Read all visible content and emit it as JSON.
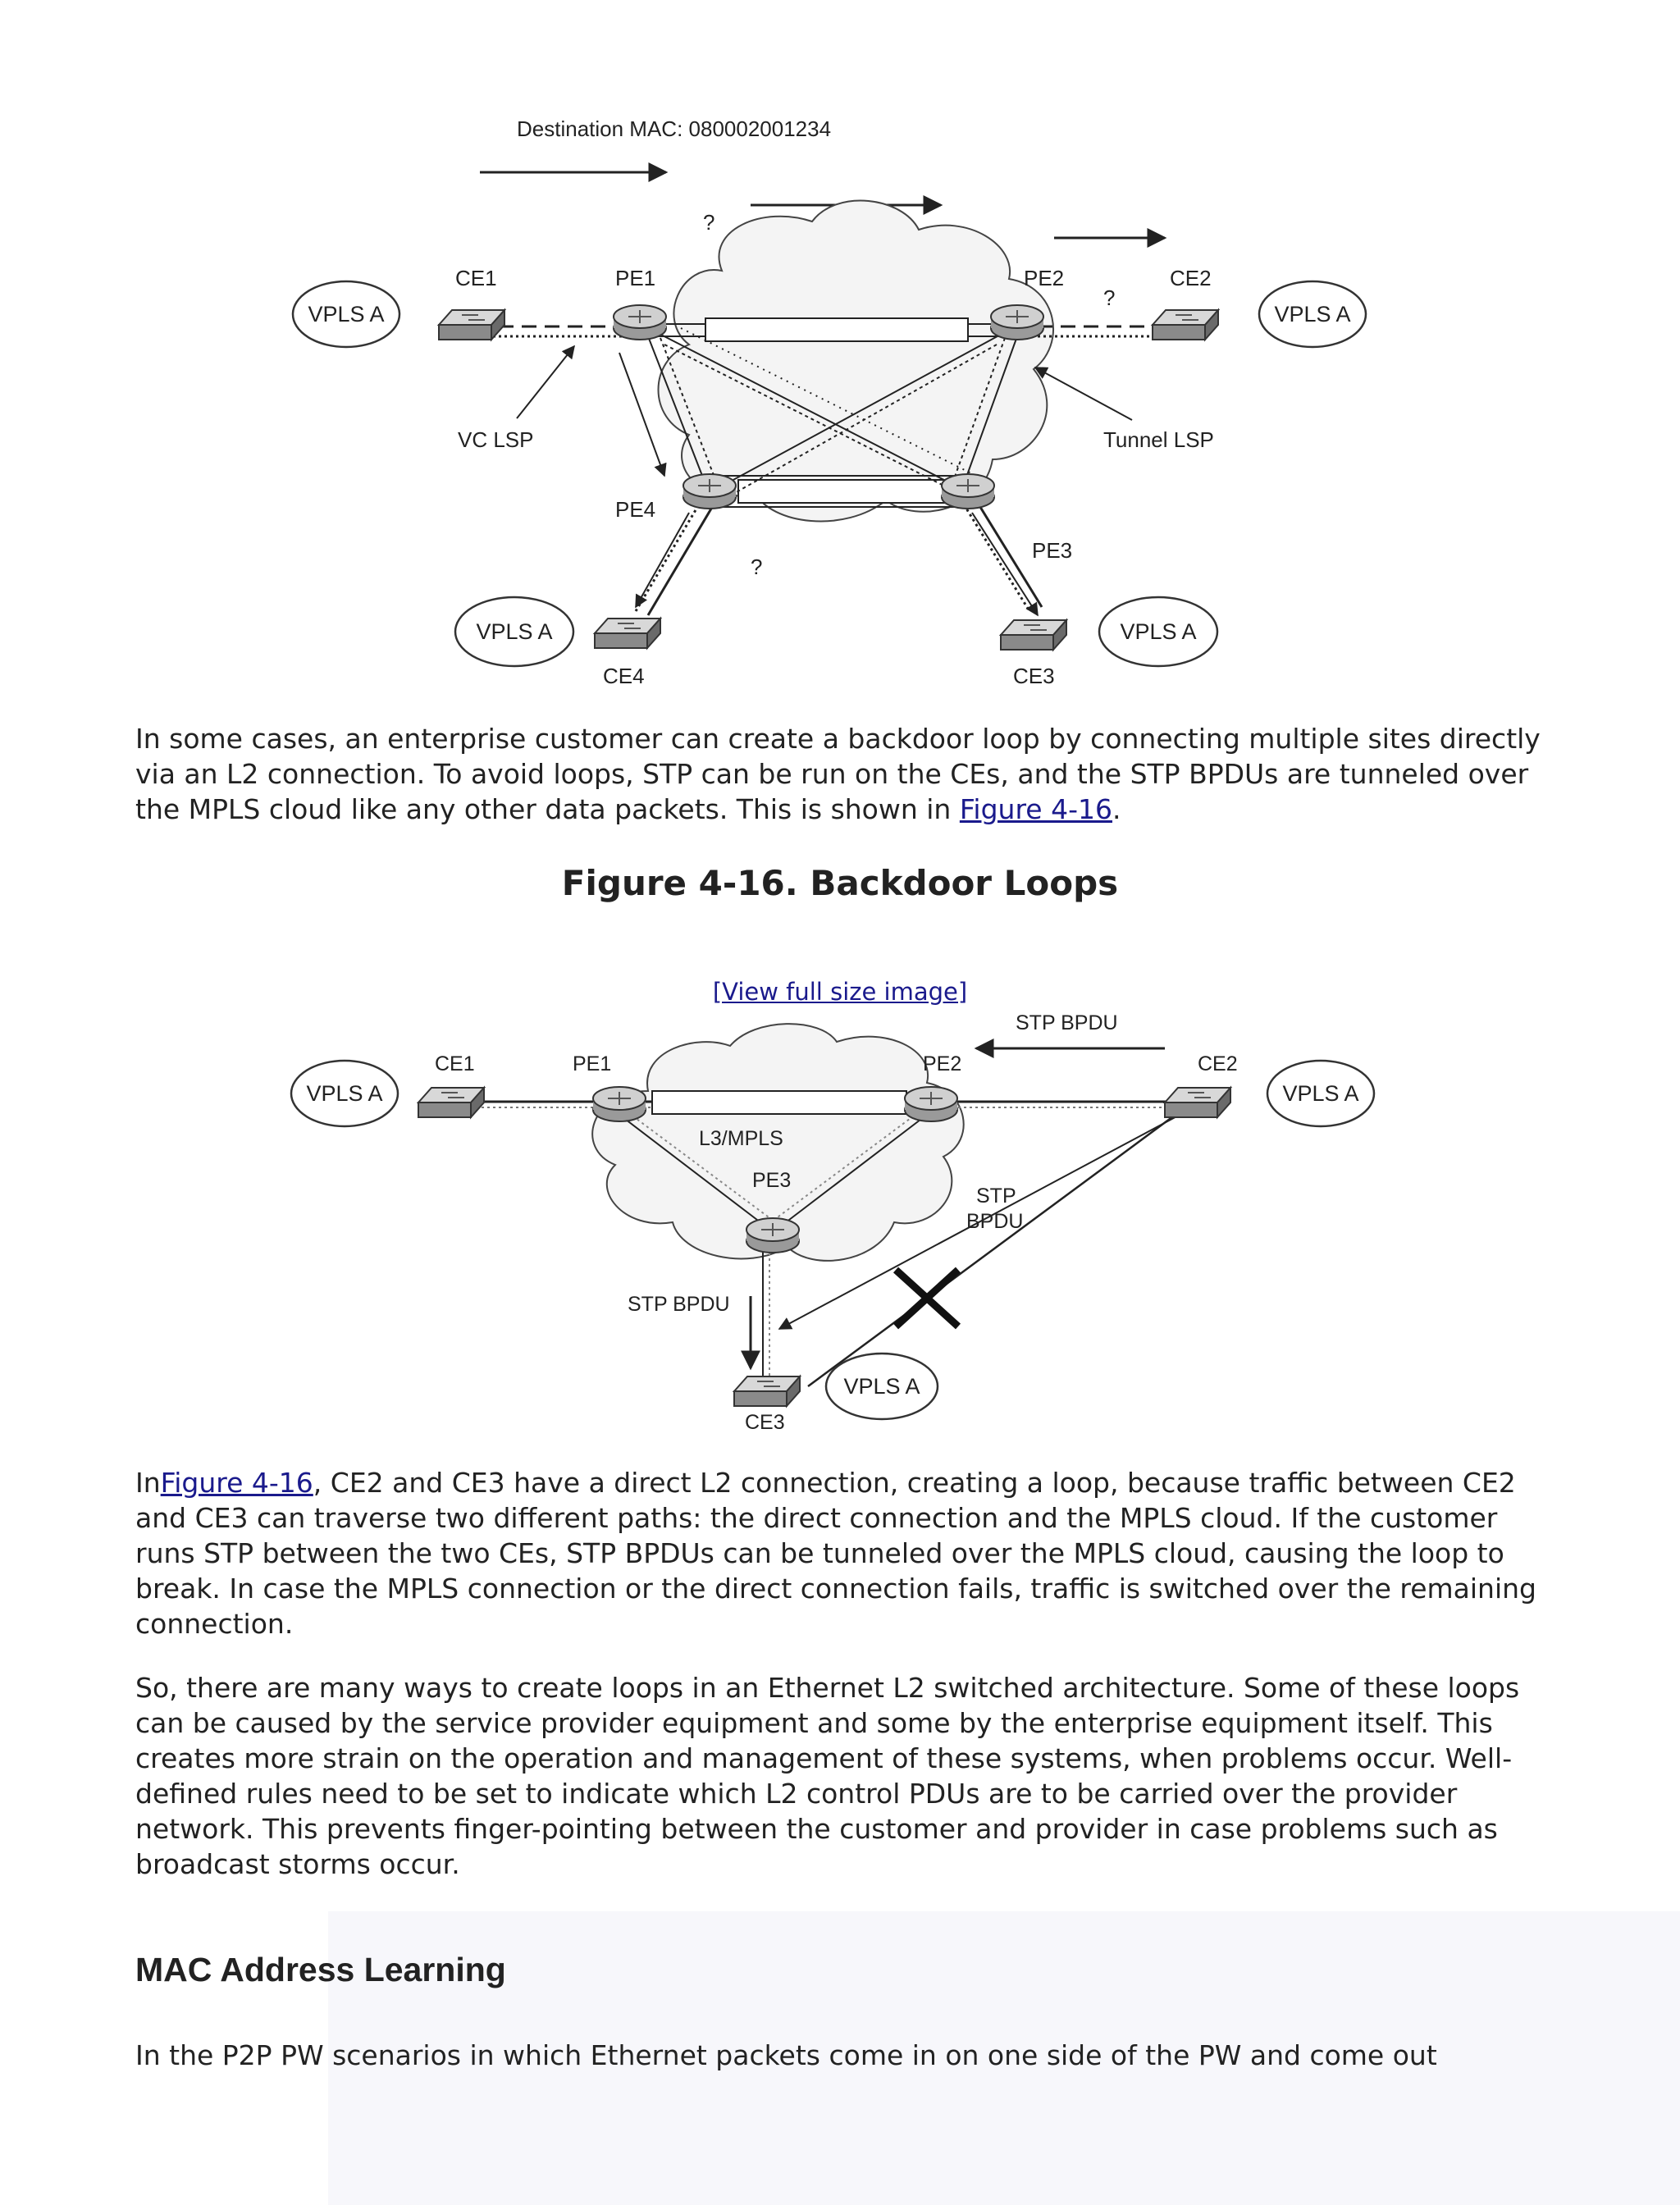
{
  "figure_top": {
    "title": "Destination MAC: 080002001234",
    "labels": {
      "ce1": "CE1",
      "pe1": "PE1",
      "pe2": "PE2",
      "ce2": "CE2",
      "pe4": "PE4",
      "pe3": "PE3",
      "ce4": "CE4",
      "ce3": "CE3",
      "vc_lsp": "VC LSP",
      "tunnel_lsp": "Tunnel LSP",
      "vpls": "VPLS A",
      "question": "?"
    }
  },
  "para1": {
    "text": "In some cases, an enterprise customer can create a backdoor loop by connecting multiple sites directly via an L2 connection. To avoid loops, STP can be run on the CEs, and the STP BPDUs are tunneled over the MPLS cloud like any other data packets. This is shown in ",
    "link": "Figure 4-16",
    "end": "."
  },
  "figure_caption": "Figure 4-16. Backdoor Loops",
  "view_full_size": "[View full size image]",
  "figure_bottom": {
    "labels": {
      "stp_bpdu": "STP BPDU",
      "ce1": "CE1",
      "pe1": "PE1",
      "pe2": "PE2",
      "ce2": "CE2",
      "l3mpls": "L3/MPLS",
      "pe3": "PE3",
      "stp": "STP",
      "bpdu": "BPDU",
      "ce3": "CE3",
      "vpls": "VPLS A"
    }
  },
  "para2": {
    "start": "In",
    "link": "Figure 4-16",
    "text": ", CE2 and CE3 have a direct L2 connection, creating a loop, because traffic between CE2 and CE3 can traverse two different paths: the direct connection and the MPLS cloud. If the customer runs STP between the two CEs, STP BPDUs can be tunneled over the MPLS cloud, causing the loop to break. In case the MPLS connection or the direct connection fails, traffic is switched over the remaining connection."
  },
  "para3": "So, there are many ways to create loops in an Ethernet L2 switched architecture. Some of these loops can be caused by the service provider equipment and some by the enterprise equipment itself. This creates more strain on the operation and management of these systems, when problems occur. Well-defined rules need to be set to indicate which L2 control PDUs are to be carried over the provider network. This prevents finger-pointing between the customer and provider in case problems such as broadcast storms occur.",
  "section_heading": "MAC Address Learning",
  "para4": "In the P2P PW scenarios in which Ethernet packets come in on one side of the PW and come out"
}
